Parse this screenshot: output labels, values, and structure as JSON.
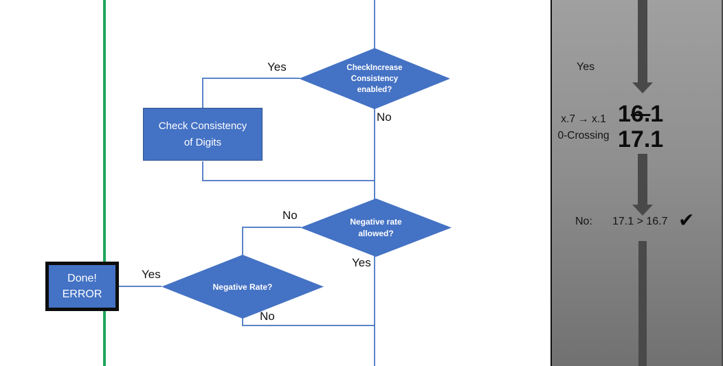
{
  "colors": {
    "shape_fill": "#4472c4",
    "shape_border": "#2f528f",
    "connector": "#5b83c9",
    "green_line": "#1fa65c",
    "panel_arrow": "#494949",
    "panel_bg_top": "#a0a0a0",
    "panel_bg_bottom": "#717171"
  },
  "flowchart": {
    "check_increase": {
      "lines": [
        "CheckIncrease",
        "Consistency",
        "enabled?"
      ],
      "yes": "Yes",
      "no": "No"
    },
    "check_consistency": {
      "lines": [
        "Check Consistency",
        "of Digits"
      ]
    },
    "negative_rate_allowed": {
      "lines": [
        "Negative rate",
        "allowed?"
      ],
      "no": "No",
      "yes": "Yes"
    },
    "negative_rate": {
      "lines": [
        "Negative Rate?"
      ],
      "yes": "Yes",
      "no": "No"
    },
    "done": {
      "lines": [
        "Done!",
        "ERROR"
      ]
    }
  },
  "panel": {
    "yes_label": "Yes",
    "rule": [
      "x.7 → x.1",
      "0-Crossing"
    ],
    "old_value": {
      "prefix": "1",
      "struck": "6.",
      "rest": "1",
      "full": "16.1"
    },
    "new_value": "17.1",
    "result": {
      "label": "No:",
      "comparison": "17.1 > 16.7",
      "check": "✔"
    }
  }
}
